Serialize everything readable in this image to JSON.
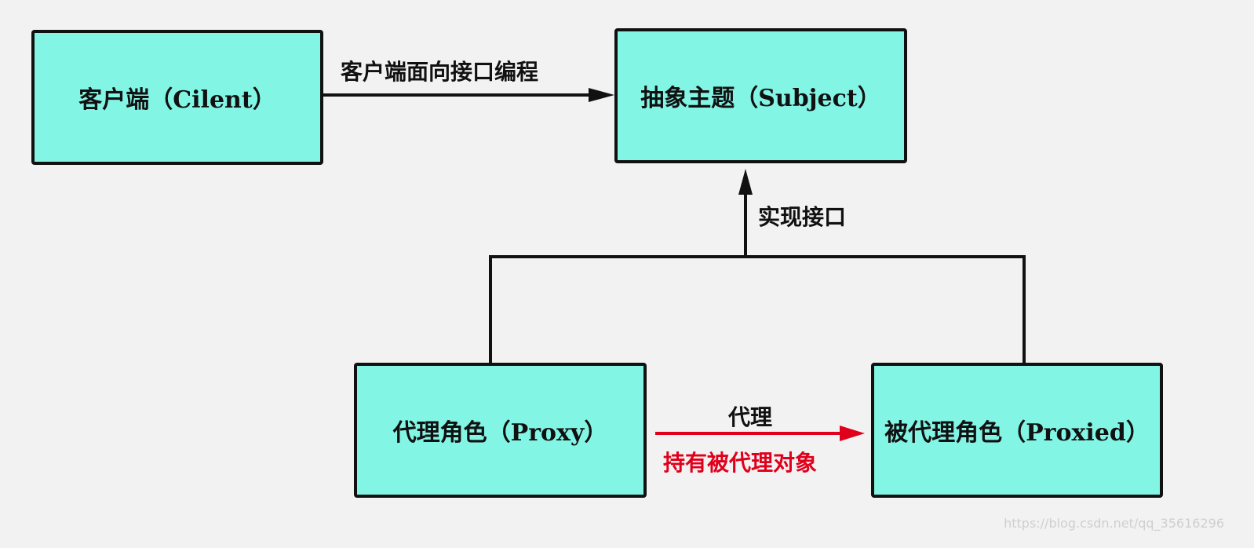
{
  "nodes": {
    "client": "客户端（Cilent）",
    "subject": "抽象主题（Subject）",
    "proxy": "代理角色（Proxy）",
    "proxied": "被代理角色（Proxied）"
  },
  "edges": {
    "client_to_subject": "客户端面向接口编程",
    "implement_interface": "实现接口",
    "proxy_to_proxied_top": "代理",
    "proxy_to_proxied_bottom": "持有被代理对象"
  },
  "colors": {
    "box_fill": "#83f5e5",
    "line": "#111111",
    "proxy_arrow": "#e0001b"
  },
  "watermark": "https://blog.csdn.net/qq_35616296"
}
